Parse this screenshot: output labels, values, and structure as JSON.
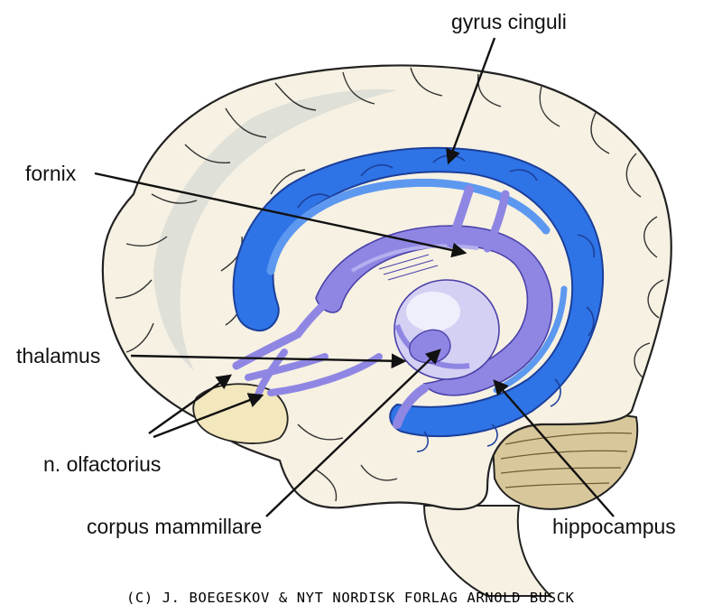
{
  "labels": {
    "gyrus_cinguli": "gyrus cinguli",
    "fornix": "fornix",
    "thalamus": "thalamus",
    "n_olfactorius": "n. olfactorius",
    "corpus_mammillare": "corpus mammillare",
    "hippocampus": "hippocampus"
  },
  "credit": "(C) J. BOEGESKOV & NYT NORDISK FORLAG ARNOLD BUSCK",
  "colors": {
    "cortex": "#f6f1e2",
    "cortex_outline": "#222222",
    "cortex_shadow": "#dfe0d8",
    "cingulate": "#2f74e6",
    "cingulate_light": "#5d98f0",
    "fornix": "#8f86e4",
    "thalamus": "#d4d0f4",
    "thalamus_light": "#efeefb",
    "olfactory": "#f2e7bd",
    "cerebellum": "#d8c79a"
  }
}
